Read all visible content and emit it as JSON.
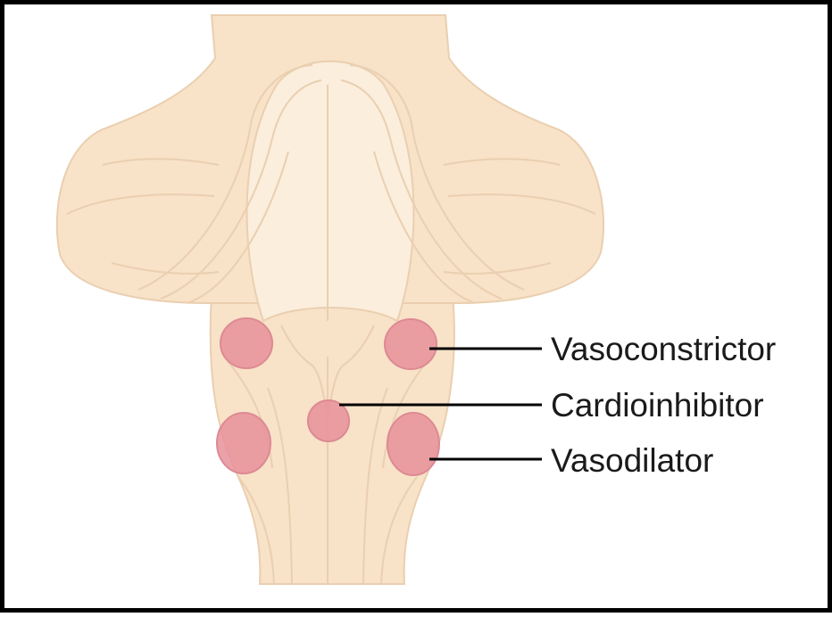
{
  "colors": {
    "tissue_fill": "#f8e2c8",
    "tissue_light": "#fbeedd",
    "tissue_outline": "#eacfb0",
    "center_fill": "#e7919a",
    "center_stroke": "#dc8a93",
    "leader_line": "#000000",
    "frame_border": "#000000"
  },
  "labels": {
    "vasoconstrictor": "Vasoconstrictor",
    "cardioinhibitor": "Cardioinhibitor",
    "vasodilator": "Vasodilator"
  }
}
